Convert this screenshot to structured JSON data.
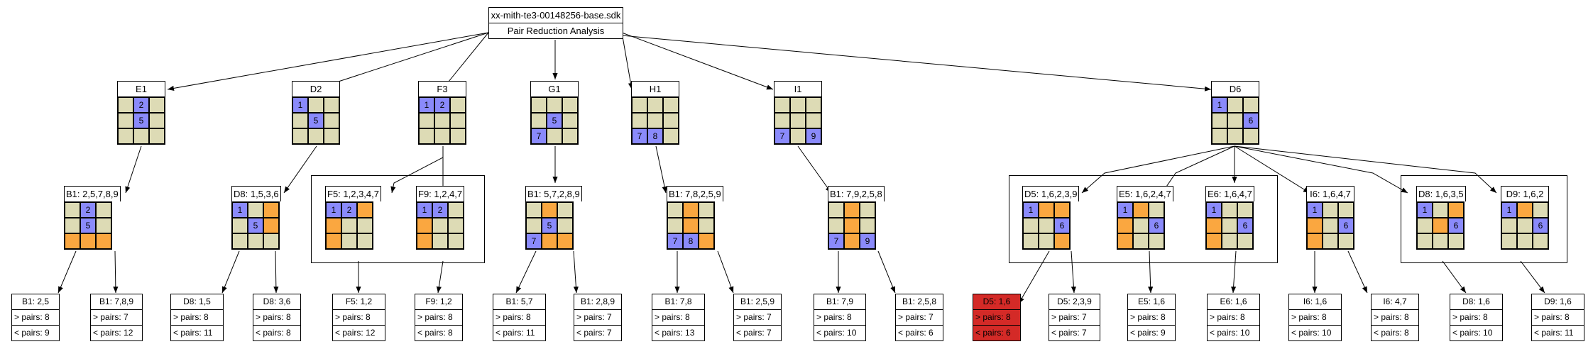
{
  "root": {
    "filename": "xx-mith-te3-00148256-base.sdk",
    "subtitle": "Pair Reduction Analysis"
  },
  "colors": {
    "neutral": "#dddbb5",
    "blue": "#8a8afb",
    "orange": "#faa740",
    "highlight": "#d42a27"
  },
  "level1": [
    {
      "id": "E1",
      "label": "E1",
      "cells": [
        "n",
        "b",
        "n",
        "n",
        "b",
        "n",
        "n",
        "n",
        "n"
      ],
      "nums": [
        "",
        "2",
        "",
        "",
        "5",
        "",
        "",
        "",
        ""
      ]
    },
    {
      "id": "D2",
      "label": "D2",
      "cells": [
        "b",
        "n",
        "n",
        "n",
        "b",
        "n",
        "n",
        "n",
        "n"
      ],
      "nums": [
        "1",
        "",
        "",
        "",
        "5",
        "",
        "",
        "",
        ""
      ]
    },
    {
      "id": "F3",
      "label": "F3",
      "cells": [
        "b",
        "b",
        "n",
        "n",
        "n",
        "n",
        "n",
        "n",
        "n"
      ],
      "nums": [
        "1",
        "2",
        "",
        "",
        "",
        "",
        "",
        "",
        ""
      ]
    },
    {
      "id": "G1",
      "label": "G1",
      "cells": [
        "n",
        "n",
        "n",
        "n",
        "b",
        "n",
        "b",
        "n",
        "n"
      ],
      "nums": [
        "",
        "",
        "",
        "",
        "5",
        "",
        "7",
        "",
        ""
      ]
    },
    {
      "id": "H1",
      "label": "H1",
      "cells": [
        "n",
        "n",
        "n",
        "n",
        "n",
        "n",
        "b",
        "b",
        "n"
      ],
      "nums": [
        "",
        "",
        "",
        "",
        "",
        "",
        "7",
        "8",
        ""
      ]
    },
    {
      "id": "I1",
      "label": "I1",
      "cells": [
        "n",
        "n",
        "n",
        "n",
        "n",
        "n",
        "b",
        "n",
        "b"
      ],
      "nums": [
        "",
        "",
        "",
        "",
        "",
        "",
        "7",
        "",
        "9"
      ]
    },
    {
      "id": "D6",
      "label": "D6",
      "cells": [
        "b",
        "n",
        "n",
        "n",
        "n",
        "b",
        "n",
        "n",
        "n"
      ],
      "nums": [
        "1",
        "",
        "",
        "",
        "",
        "6",
        "",
        "",
        ""
      ]
    }
  ],
  "level2": [
    {
      "id": "E1a",
      "label": "B1: 2,5,7,8,9",
      "cells": [
        "n",
        "b",
        "n",
        "n",
        "b",
        "n",
        "o",
        "o",
        "o"
      ],
      "nums": [
        "",
        "2",
        "",
        "",
        "5",
        "",
        "",
        "",
        ""
      ]
    },
    {
      "id": "D2a",
      "label": "D8: 1,5,3,6",
      "cells": [
        "b",
        "n",
        "o",
        "n",
        "b",
        "o",
        "n",
        "n",
        "n"
      ],
      "nums": [
        "1",
        "",
        "",
        "",
        "5",
        "",
        "",
        "",
        ""
      ]
    },
    {
      "id": "F3a",
      "label": "F5: 1,2,3,4,7",
      "cells": [
        "b",
        "b",
        "o",
        "o",
        "n",
        "n",
        "o",
        "n",
        "n"
      ],
      "nums": [
        "1",
        "2",
        "",
        "",
        "",
        "",
        "",
        "",
        ""
      ]
    },
    {
      "id": "F3b",
      "label": "F9: 1,2,4,7",
      "cells": [
        "b",
        "b",
        "n",
        "o",
        "n",
        "n",
        "o",
        "n",
        "n"
      ],
      "nums": [
        "1",
        "2",
        "",
        "",
        "",
        "",
        "",
        "",
        ""
      ]
    },
    {
      "id": "G1a",
      "label": "B1: 5,7,2,8,9",
      "cells": [
        "n",
        "o",
        "n",
        "n",
        "b",
        "n",
        "b",
        "o",
        "o"
      ],
      "nums": [
        "",
        "",
        "",
        "",
        "5",
        "",
        "7",
        "",
        ""
      ]
    },
    {
      "id": "H1a",
      "label": "B1: 7,8,2,5,9",
      "cells": [
        "n",
        "o",
        "n",
        "n",
        "o",
        "n",
        "b",
        "b",
        "o"
      ],
      "nums": [
        "",
        "",
        "",
        "",
        "",
        "",
        "7",
        "8",
        ""
      ]
    },
    {
      "id": "I1a",
      "label": "B1: 7,9,2,5,8",
      "cells": [
        "n",
        "o",
        "n",
        "n",
        "o",
        "n",
        "b",
        "o",
        "b"
      ],
      "nums": [
        "",
        "",
        "",
        "",
        "",
        "",
        "7",
        "",
        "9"
      ]
    },
    {
      "id": "D6a",
      "label": "D5: 1,6,2,3,9",
      "cells": [
        "b",
        "o",
        "o",
        "n",
        "n",
        "b",
        "n",
        "n",
        "o"
      ],
      "nums": [
        "1",
        "",
        "",
        "",
        "",
        "6",
        "",
        "",
        ""
      ]
    },
    {
      "id": "D6b",
      "label": "E5: 1,6,2,4,7",
      "cells": [
        "b",
        "o",
        "n",
        "o",
        "n",
        "b",
        "o",
        "n",
        "n"
      ],
      "nums": [
        "1",
        "",
        "",
        "",
        "",
        "6",
        "",
        "",
        ""
      ]
    },
    {
      "id": "D6c",
      "label": "E6: 1,6,4,7",
      "cells": [
        "b",
        "n",
        "n",
        "o",
        "n",
        "b",
        "o",
        "n",
        "n"
      ],
      "nums": [
        "1",
        "",
        "",
        "",
        "",
        "6",
        "",
        "",
        ""
      ]
    },
    {
      "id": "D6d",
      "label": "I6: 1,6,4,7",
      "cells": [
        "b",
        "n",
        "n",
        "o",
        "n",
        "b",
        "o",
        "n",
        "n"
      ],
      "nums": [
        "1",
        "",
        "",
        "",
        "",
        "6",
        "",
        "",
        ""
      ]
    },
    {
      "id": "D6e",
      "label": "D8: 1,6,3,5",
      "cells": [
        "b",
        "n",
        "o",
        "n",
        "o",
        "b",
        "n",
        "n",
        "n"
      ],
      "nums": [
        "1",
        "",
        "",
        "",
        "",
        "6",
        "",
        "",
        ""
      ]
    },
    {
      "id": "D6f",
      "label": "D9: 1,6,2",
      "cells": [
        "b",
        "o",
        "n",
        "n",
        "n",
        "b",
        "n",
        "n",
        "n"
      ],
      "nums": [
        "1",
        "",
        "",
        "",
        "",
        "6",
        "",
        "",
        ""
      ]
    }
  ],
  "leaves": [
    {
      "label": "B1: 2,5",
      "gt": "> pairs: 8",
      "lt": "< pairs: 9"
    },
    {
      "label": "B1: 7,8,9",
      "gt": "> pairs: 7",
      "lt": "< pairs: 12"
    },
    {
      "label": "D8: 1,5",
      "gt": "> pairs: 8",
      "lt": "< pairs: 11"
    },
    {
      "label": "D8: 3,6",
      "gt": "> pairs: 8",
      "lt": "< pairs: 8"
    },
    {
      "label": "F5: 1,2",
      "gt": "> pairs: 8",
      "lt": "< pairs: 12"
    },
    {
      "label": "F9: 1,2",
      "gt": "> pairs: 8",
      "lt": "< pairs: 8"
    },
    {
      "label": "B1: 5,7",
      "gt": "> pairs: 8",
      "lt": "< pairs: 11"
    },
    {
      "label": "B1: 2,8,9",
      "gt": "> pairs: 7",
      "lt": "< pairs: 7"
    },
    {
      "label": "B1: 7,8",
      "gt": "> pairs: 8",
      "lt": "< pairs: 13"
    },
    {
      "label": "B1: 2,5,9",
      "gt": "> pairs: 7",
      "lt": "< pairs: 7"
    },
    {
      "label": "B1: 7,9",
      "gt": "> pairs: 8",
      "lt": "< pairs: 10"
    },
    {
      "label": "B1: 2,5,8",
      "gt": "> pairs: 7",
      "lt": "< pairs: 6"
    },
    {
      "label": "D5: 1,6",
      "gt": "> pairs: 8",
      "lt": "< pairs: 6",
      "highlight": true
    },
    {
      "label": "D5: 2,3,9",
      "gt": "> pairs: 7",
      "lt": "< pairs: 7"
    },
    {
      "label": "E5: 1,6",
      "gt": "> pairs: 8",
      "lt": "< pairs: 9"
    },
    {
      "label": "E6: 1,6",
      "gt": "> pairs: 8",
      "lt": "< pairs: 10"
    },
    {
      "label": "I6: 1,6",
      "gt": "> pairs: 8",
      "lt": "< pairs: 10"
    },
    {
      "label": "I6: 4,7",
      "gt": "> pairs: 8",
      "lt": "< pairs: 8"
    },
    {
      "label": "D8: 1,6",
      "gt": "> pairs: 8",
      "lt": "< pairs: 10"
    },
    {
      "label": "D9: 1,6",
      "gt": "> pairs: 8",
      "lt": "< pairs: 11"
    }
  ]
}
